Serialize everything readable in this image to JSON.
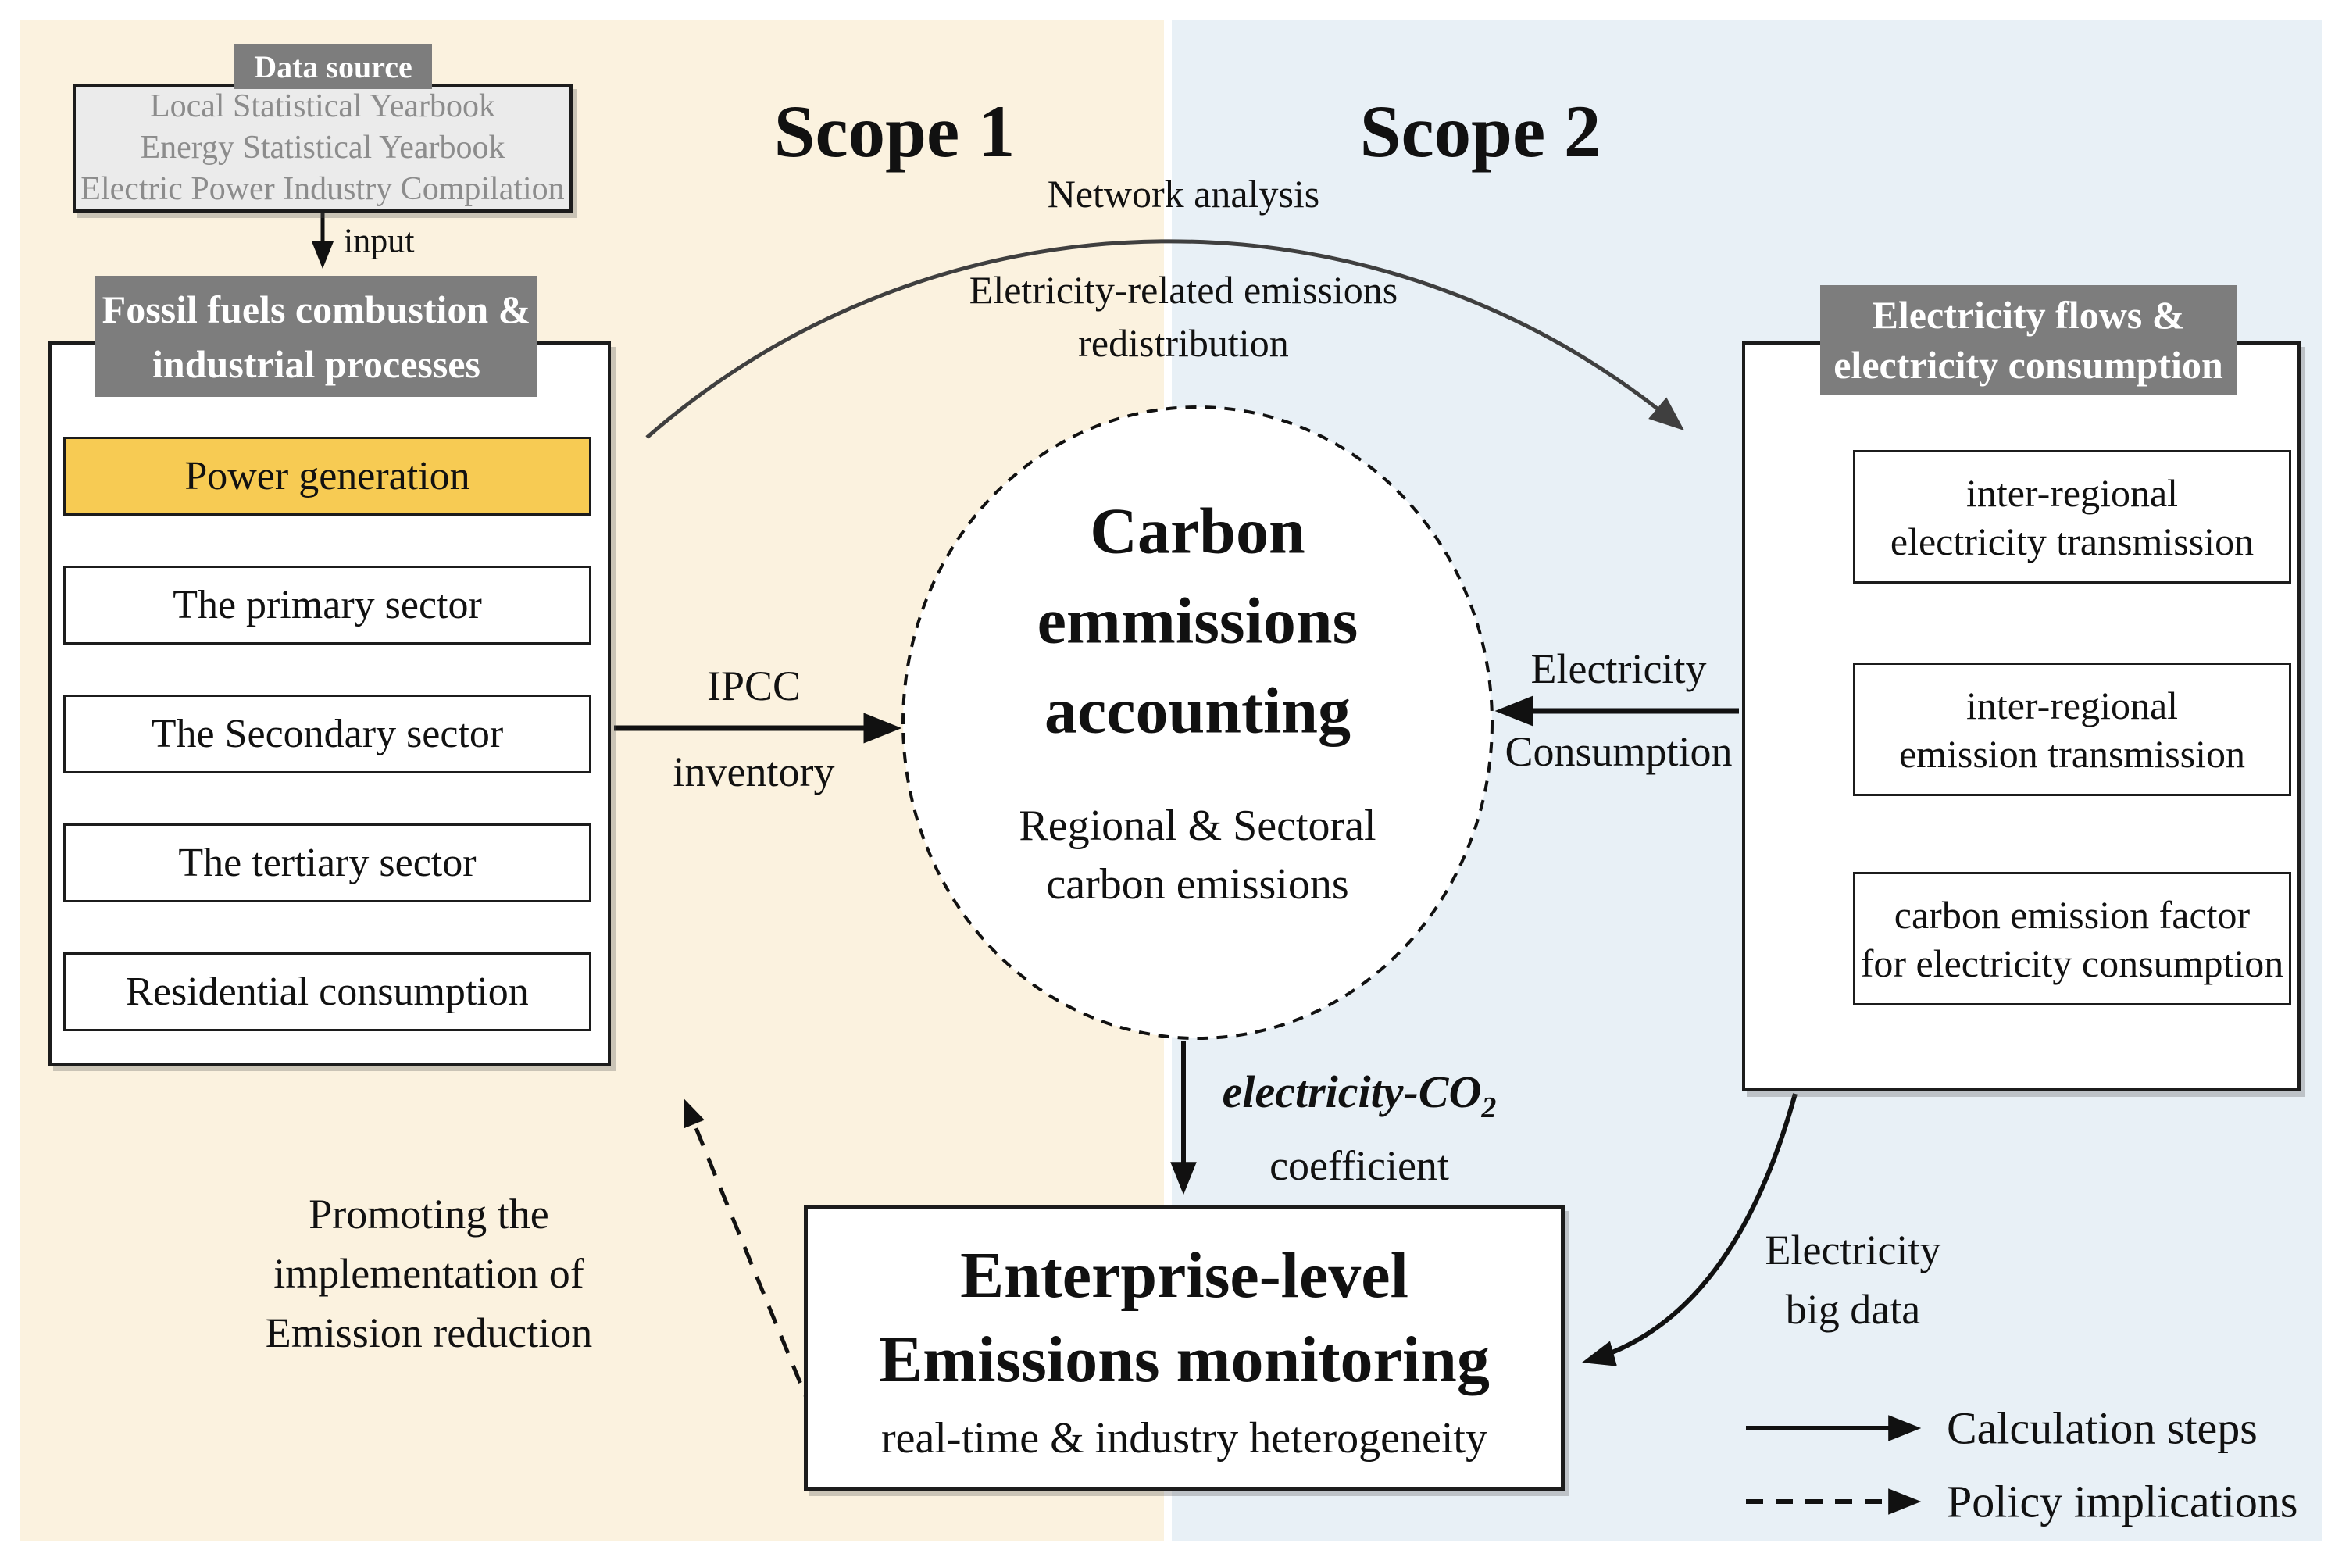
{
  "scopes": {
    "scope1": "Scope 1",
    "scope2": "Scope 2"
  },
  "colors": {
    "scope1_bg": "#FBF2DF",
    "scope2_bg": "#E8F0F6",
    "header_bg": "#7D7D7D",
    "highlight": "#F7CB53",
    "datasource_bg": "#EBEBEB",
    "datasource_text": "#8C8C8C",
    "arc_stroke": "#3F3F3F"
  },
  "data_source": {
    "tab": "Data source",
    "lines": [
      "Local Statistical Yearbook",
      "Energy Statistical Yearbook",
      "Electric Power Industry Compilation"
    ],
    "input_label": "input"
  },
  "left_panel": {
    "header_lines": [
      "Fossil fuels combustion &",
      "industrial processes"
    ],
    "items": [
      "Power generation",
      "The primary sector",
      "The Secondary sector",
      "The tertiary sector",
      "Residential consumption"
    ]
  },
  "center_circle": {
    "title_lines": [
      "Carbon",
      "emmissions",
      "accounting"
    ],
    "subtitle_lines": [
      "Regional & Sectoral",
      "carbon emissions"
    ]
  },
  "right_panel": {
    "header_lines": [
      "Electricity flows &",
      "electricity consumption"
    ],
    "items": [
      [
        "inter-regional",
        "electricity transmission"
      ],
      [
        "inter-regional",
        "emission transmission"
      ],
      [
        "carbon emission factor",
        "for electricity consumption"
      ]
    ]
  },
  "labels": {
    "network_analysis": "Network analysis",
    "redistribution_lines": [
      "Eletricity-related emissions",
      "redistribution"
    ],
    "ipcc": "IPCC",
    "inventory": "inventory",
    "electricity": "Electricity",
    "consumption": "Consumption",
    "co2_main": "electricity-CO",
    "co2_sub": "2",
    "co2_line2": "coefficient",
    "promoting_lines": [
      "Promoting the",
      "implementation of",
      "Emission reduction"
    ],
    "big_data_lines": [
      "Electricity",
      "big data"
    ]
  },
  "enterprise": {
    "title_lines": [
      "Enterprise-level",
      "Emissions monitoring"
    ],
    "subtitle": "real-time & industry heterogeneity"
  },
  "legend": {
    "solid": "Calculation steps",
    "dashed": "Policy implications"
  }
}
